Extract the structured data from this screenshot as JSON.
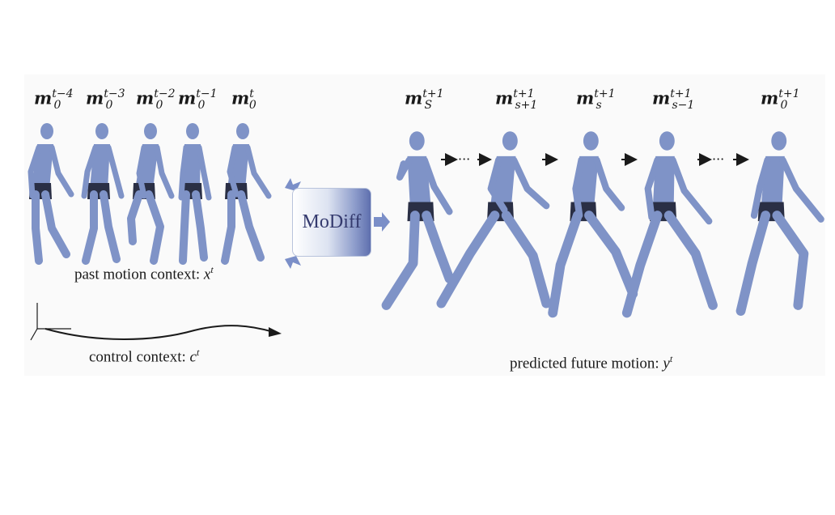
{
  "center_block": {
    "label": "MoDiff"
  },
  "past_labels": [
    {
      "base": "m",
      "sub": "0",
      "sup": "t−4"
    },
    {
      "base": "m",
      "sub": "0",
      "sup": "t−3"
    },
    {
      "base": "m",
      "sub": "0",
      "sup": "t−2"
    },
    {
      "base": "m",
      "sub": "0",
      "sup": "t−1"
    },
    {
      "base": "m",
      "sub": "0",
      "sup": "t"
    }
  ],
  "future_labels": [
    {
      "base": "m",
      "sub": "S",
      "sup": "t+1"
    },
    {
      "base": "m",
      "sub": "s+1",
      "sup": "t+1"
    },
    {
      "base": "m",
      "sub": "s",
      "sup": "t+1"
    },
    {
      "base": "m",
      "sub": "s−1",
      "sup": "t+1"
    },
    {
      "base": "m",
      "sub": "0",
      "sup": "t+1"
    }
  ],
  "captions": {
    "past": {
      "text": "past motion context: ",
      "var": "x",
      "sup": "t"
    },
    "control": {
      "text": "control context: ",
      "var": "c",
      "sup": "t"
    },
    "future": {
      "text": "predicted future motion: ",
      "var": "y",
      "sup": "t"
    }
  },
  "sequence_markers": {
    "dots": "···"
  },
  "colors": {
    "figure": "#7f93c7",
    "figure_dark": "#2a2f45",
    "arrow": "#7b8fc8",
    "box_dark": "#5e6fae"
  }
}
